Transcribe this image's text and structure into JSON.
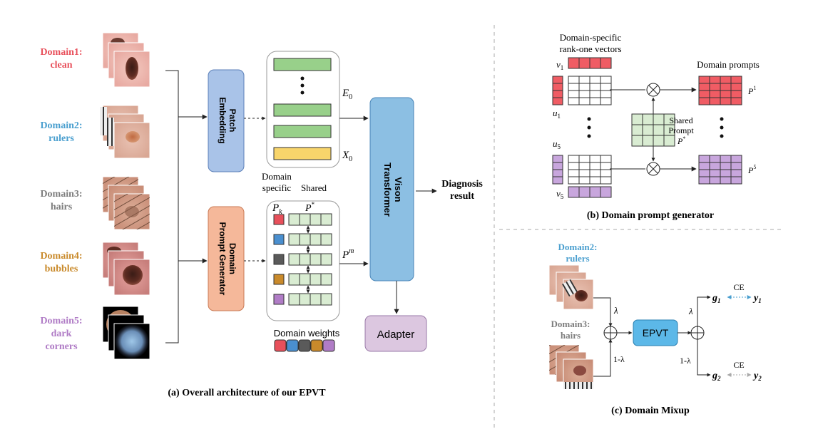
{
  "colors": {
    "domain1": "#e8505b",
    "domain2": "#4a9fcf",
    "domain3": "#7d7d7d",
    "domain4": "#c98a2b",
    "domain5": "#b07cc6",
    "patch_embedding_fill": "#a9c3e8",
    "prompt_generator_fill": "#f5b89a",
    "vit_fill": "#8cbfe3",
    "adapter_fill": "#dcc7e0",
    "embedding_green": "#98d08a",
    "embedding_yellow": "#f8d56b",
    "shared_prompt_green": "#d9ecd2",
    "p1_red": "#f05c64",
    "p5_purple": "#c8a6dd",
    "epvt_fill": "#5cb8e8",
    "mixup_blue": "#4a9fcf",
    "dashed_divider": "#aaaaaa"
  },
  "panel_a": {
    "domains": [
      {
        "line1": "Domain1:",
        "line2": "clean",
        "line3": "",
        "color_key": "domain1"
      },
      {
        "line1": "Domain2:",
        "line2": "rulers",
        "line3": "",
        "color_key": "domain2"
      },
      {
        "line1": "Domain3:",
        "line2": "hairs",
        "line3": "",
        "color_key": "domain3"
      },
      {
        "line1": "Domain4:",
        "line2": "bubbles",
        "line3": "",
        "color_key": "domain4"
      },
      {
        "line1": "Domain5:",
        "line2": "dark",
        "line3": "corners",
        "color_key": "domain5"
      }
    ],
    "patch_embedding_line1": "Patch",
    "patch_embedding_line2": "Embedding",
    "prompt_generator_line1": "Domain",
    "prompt_generator_line2": "Prompt Generator",
    "vit_line1": "Vison",
    "vit_line2": "Transformer",
    "adapter": "Adapter",
    "e0_label": "E",
    "e0_sub": "0",
    "x0_label": "X",
    "x0_sub": "0",
    "domain_specific_line1": "Domain",
    "domain_specific_line2": "specific",
    "shared": "Shared",
    "pk_label": "P",
    "pk_sub": "k",
    "pstar_label": "P",
    "pstar_sup": "*",
    "pm_label": "P",
    "pm_sup": "m",
    "domain_weights": "Domain weights",
    "diagnosis_line1": "Diagnosis",
    "diagnosis_line2": "result",
    "caption": "(a) Overall architecture of our EPVT",
    "prompt_colors": [
      "#e8505b",
      "#4a8fcf",
      "#5a5a5a",
      "#c98a2b",
      "#b07cc6"
    ]
  },
  "panel_b": {
    "title_line1": "Domain-specific",
    "title_line2": "rank-one vectors",
    "domain_prompts": "Domain prompts",
    "v1": "v",
    "v1_sub": "1",
    "u1": "u",
    "u1_sub": "1",
    "u5": "u",
    "u5_sub": "5",
    "v5": "v",
    "v5_sub": "5",
    "p1": "P",
    "p1_sup": "1",
    "p5": "P",
    "p5_sup": "5",
    "shared_line1": "Shared",
    "shared_line2": "Prompt",
    "shared_line3": "P",
    "shared_line3_sup": "*",
    "times_symbol": "⊗",
    "caption": "(b) Domain prompt generator"
  },
  "panel_c": {
    "domain2_line1": "Domain2:",
    "domain2_line2": "rulers",
    "domain3_line1": "Domain3:",
    "domain3_line2": "hairs",
    "lambda": "λ",
    "one_minus_lambda": "1-λ",
    "epvt": "EPVT",
    "ce_top": "CE",
    "ce_bottom": "CE",
    "g1": "g",
    "g1_sub": "1",
    "y1": "y",
    "y1_sub": "1",
    "g2": "g",
    "g2_sub": "2",
    "y2": "y",
    "y2_sub": "2",
    "caption": "(c) Domain Mixup"
  }
}
